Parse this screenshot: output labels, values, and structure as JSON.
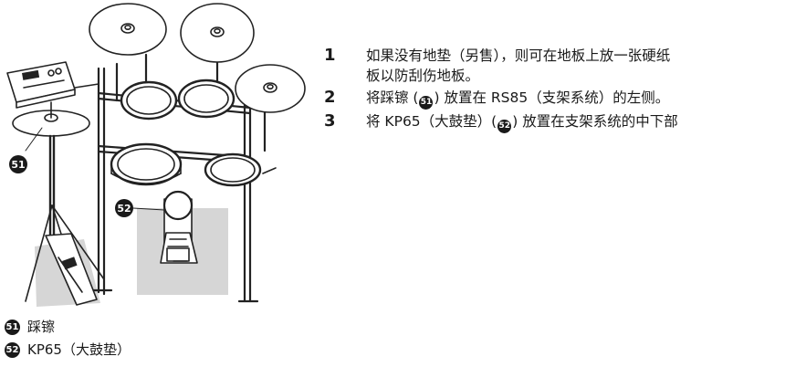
{
  "steps": [
    {
      "num": "1",
      "lines": [
        "如果没有地垫（另售），则可在地板上放一张硬纸",
        "板以防刮伤地板。"
      ]
    },
    {
      "num": "2",
      "before": "将踩镲 (",
      "badge": "51",
      "after": ") 放置在 RS85（支架系统）的左侧。"
    },
    {
      "num": "3",
      "before": "将 KP65（大鼓垫）(",
      "badge": "52",
      "after": ") 放置在支架系统的中下部"
    }
  ],
  "callouts": {
    "hihat": "51",
    "kick": "52"
  },
  "legend": [
    {
      "badge": "51",
      "label": "踩镲"
    },
    {
      "badge": "52",
      "label": "KP65（大鼓垫）"
    }
  ],
  "colors": {
    "text": "#1a1a1a",
    "shade": "#d6d6d6",
    "stroke": "#222222"
  },
  "icons": [
    "drum-kit-illustration",
    "callout-badge-icon"
  ]
}
